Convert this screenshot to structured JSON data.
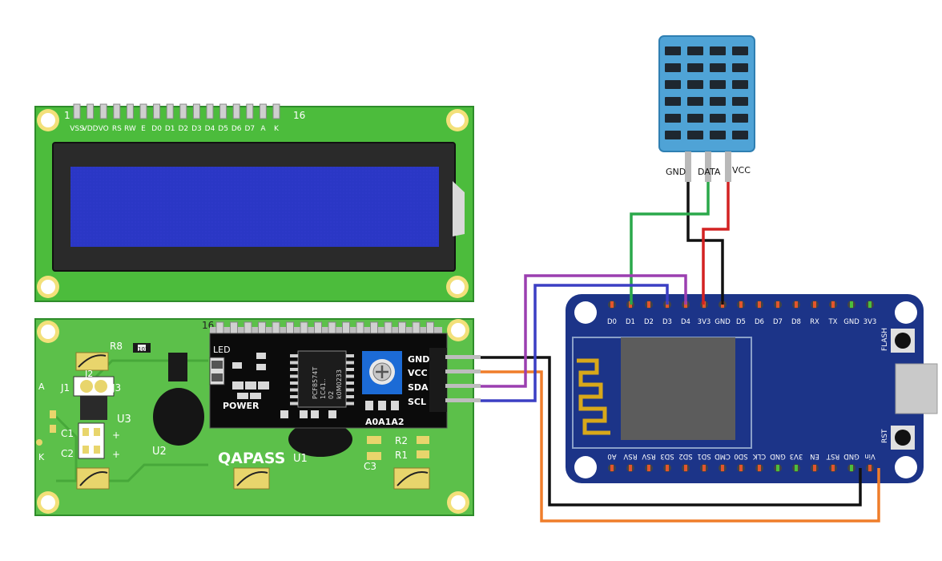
{
  "lcd_top": {
    "pin_first": "1",
    "pin_last": "16",
    "pins": [
      "VSS",
      "VDD",
      "VO",
      "RS",
      "RW",
      "E",
      "D0",
      "D1",
      "D2",
      "D3",
      "D4",
      "D5",
      "D6",
      "D7",
      "A",
      "K"
    ]
  },
  "lcd_back": {
    "pin_mark": "16",
    "brand": "QAPASS",
    "labels": {
      "r8": "R8",
      "r8_value": "101",
      "j1": "J1",
      "j2": "J2",
      "j3": "J3",
      "u3": "U3",
      "c1": "C1",
      "c2": "C2",
      "u2": "U2",
      "u1": "U1",
      "r2": "R2",
      "r1": "R1",
      "c3": "C3",
      "a": "A",
      "k": "K",
      "plus1": "+",
      "plus2": "+"
    }
  },
  "i2c_module": {
    "led": "LED",
    "power": "POWER",
    "chip": [
      "PCF8574T",
      "1C41..",
      "02",
      "k0M0233"
    ],
    "addr": "A0A1A2",
    "pins": [
      "GND",
      "VCC",
      "SDA",
      "SCL"
    ]
  },
  "dht11": {
    "pins": [
      "GND",
      "DATA",
      "VCC"
    ]
  },
  "nodemcu": {
    "top_pins": [
      "D0",
      "D1",
      "D2",
      "D3",
      "D4",
      "3V3",
      "GND",
      "D5",
      "D6",
      "D7",
      "D8",
      "RX",
      "TX",
      "GND",
      "3V3"
    ],
    "bottom_pins": [
      "A0",
      "RSV",
      "RSV",
      "SD3",
      "SD2",
      "SD1",
      "CMD",
      "SD0",
      "CLK",
      "GND",
      "3V3",
      "EN",
      "RST",
      "GND",
      "Vin"
    ],
    "flash": "FLASH",
    "rst": "RST"
  },
  "colors": {
    "pcb_green": "#3fb53a",
    "lcd_blue": "#2b33c8",
    "nodemcu_blue": "#1c3488",
    "dht_blue": "#4fa3d6",
    "wire_black": "#111111",
    "wire_red": "#d32222",
    "wire_green": "#2aa84a",
    "wire_purple": "#9b3fb0",
    "wire_blue": "#3b3fc4",
    "wire_orange": "#ef7d2a",
    "pin_orange": "#e4552c",
    "pin_green": "#4cbf3c"
  }
}
